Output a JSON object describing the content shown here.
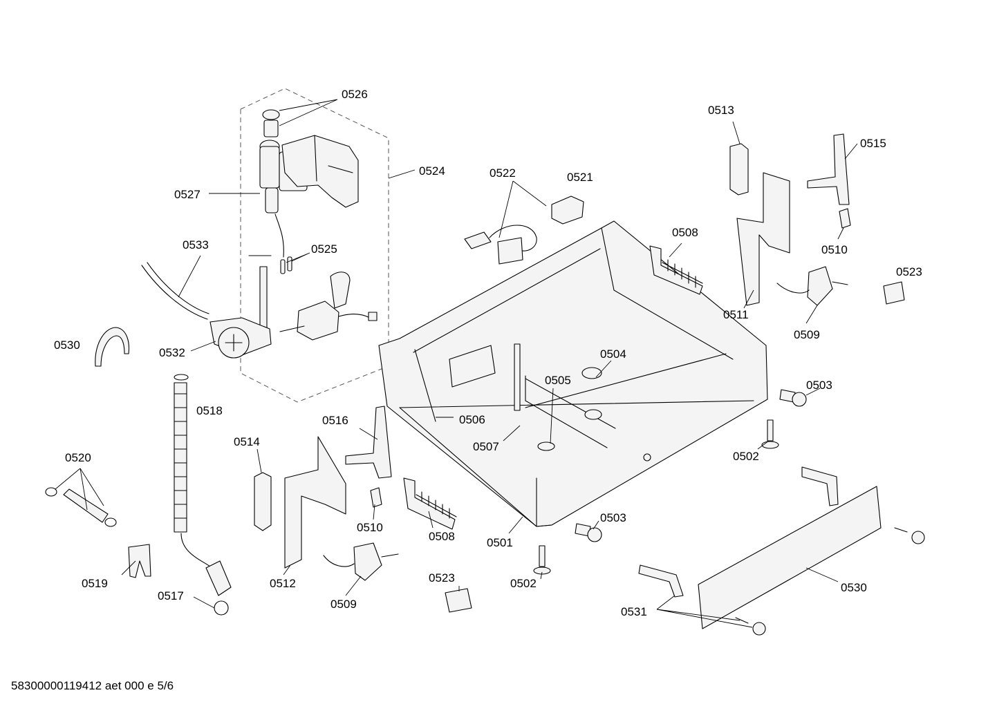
{
  "footer": {
    "document_code": "58300000119412 aet 000 e 5/6"
  },
  "callouts": {
    "c0526": "0526",
    "c0524": "0524",
    "c0527": "0527",
    "c0533": "0533",
    "c0525": "0525",
    "c0530a": "0530",
    "c0532": "0532",
    "c0522": "0522",
    "c0521": "0521",
    "c0513": "0513",
    "c0515": "0515",
    "c0508a": "0508",
    "c0510a": "0510",
    "c0523a": "0523",
    "c0511": "0511",
    "c0509a": "0509",
    "c0504": "0504",
    "c0505": "0505",
    "c0503a": "0503",
    "c0518": "0518",
    "c0516": "0516",
    "c0506": "0506",
    "c0514": "0514",
    "c0507": "0507",
    "c0502a": "0502",
    "c0520": "0520",
    "c0510b": "0510",
    "c0508b": "0508",
    "c0501": "0501",
    "c0503b": "0503",
    "c0519": "0519",
    "c0512": "0512",
    "c0523b": "0523",
    "c0502b": "0502",
    "c0530b": "0530",
    "c0517": "0517",
    "c0509b": "0509",
    "c0531": "0531"
  }
}
